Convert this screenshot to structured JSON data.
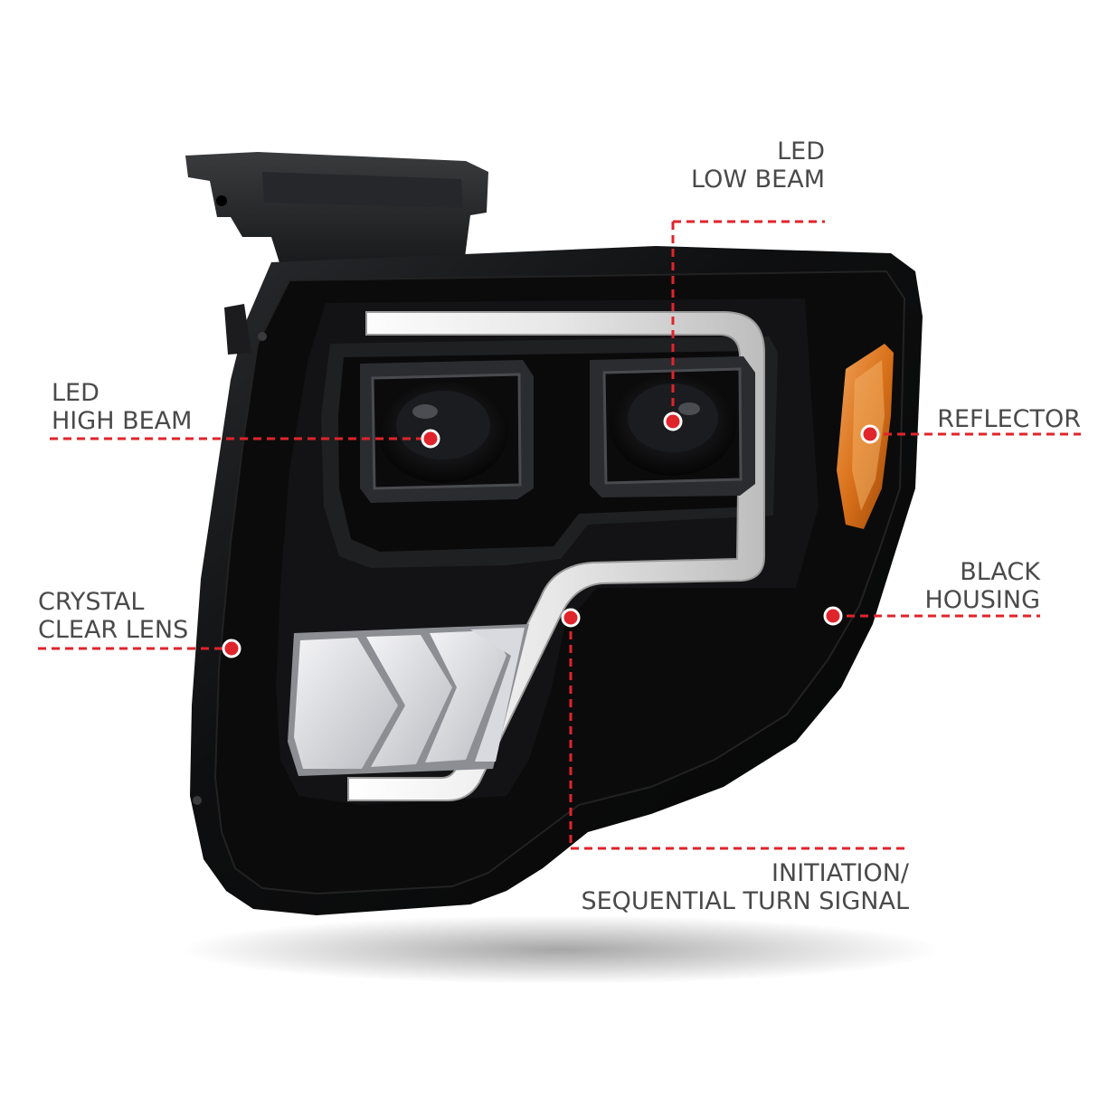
{
  "callouts": {
    "low_beam": {
      "line1": "LED",
      "line2": "LOW BEAM"
    },
    "high_beam": {
      "line1": "LED",
      "line2": "HIGH BEAM"
    },
    "reflector": {
      "line1": "REFLECTOR"
    },
    "black_housing": {
      "line1": "BLACK",
      "line2": "HOUSING"
    },
    "clear_lens": {
      "line1": "CRYSTAL",
      "line2": "CLEAR LENS"
    },
    "turn_signal": {
      "line1": "INITIATION/",
      "line2": "SEQUENTIAL TURN SIGNAL"
    }
  },
  "colors": {
    "callout_line": "#e0242b",
    "housing": "#0c0c0d",
    "amber": "#d9711a",
    "label_text": "#4a4a4a"
  }
}
